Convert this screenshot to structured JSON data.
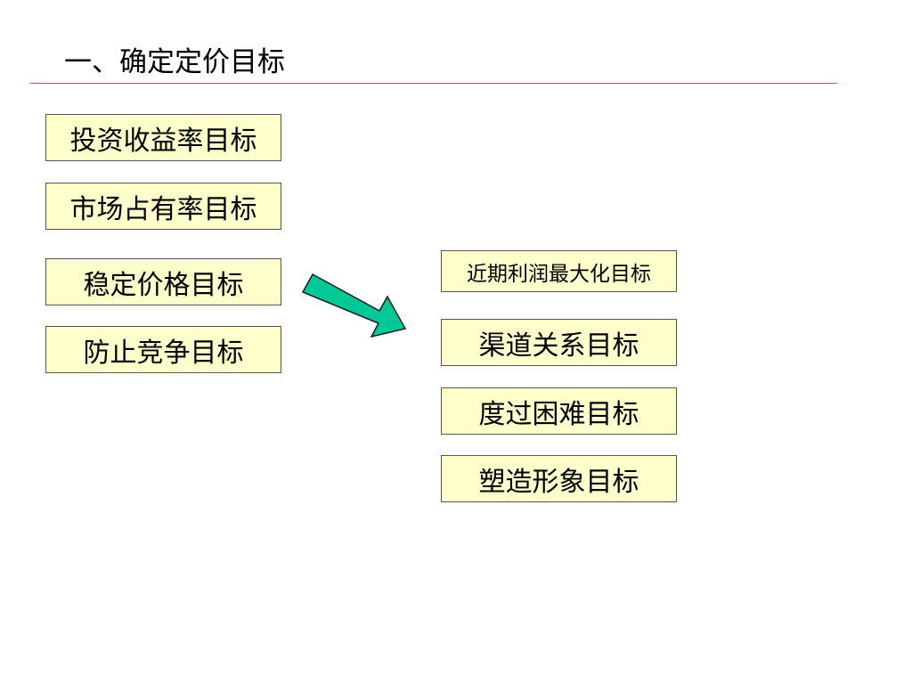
{
  "title": "一、确定定价目标",
  "colors": {
    "title_rule": "#e0407a",
    "box_fill": "#ffffcc",
    "box_border": "#555555",
    "arrow_fill": "#00c896",
    "arrow_stroke": "#1a1a1a"
  },
  "left_goals": [
    "投资收益率目标",
    "市场占有率目标",
    "稳定价格目标",
    "防止竞争目标"
  ],
  "right_goals": [
    "近期利润最大化目标",
    "渠道关系目标",
    "度过困难目标",
    "塑造形象目标"
  ],
  "arrow_icon": "right-down-arrow-icon"
}
